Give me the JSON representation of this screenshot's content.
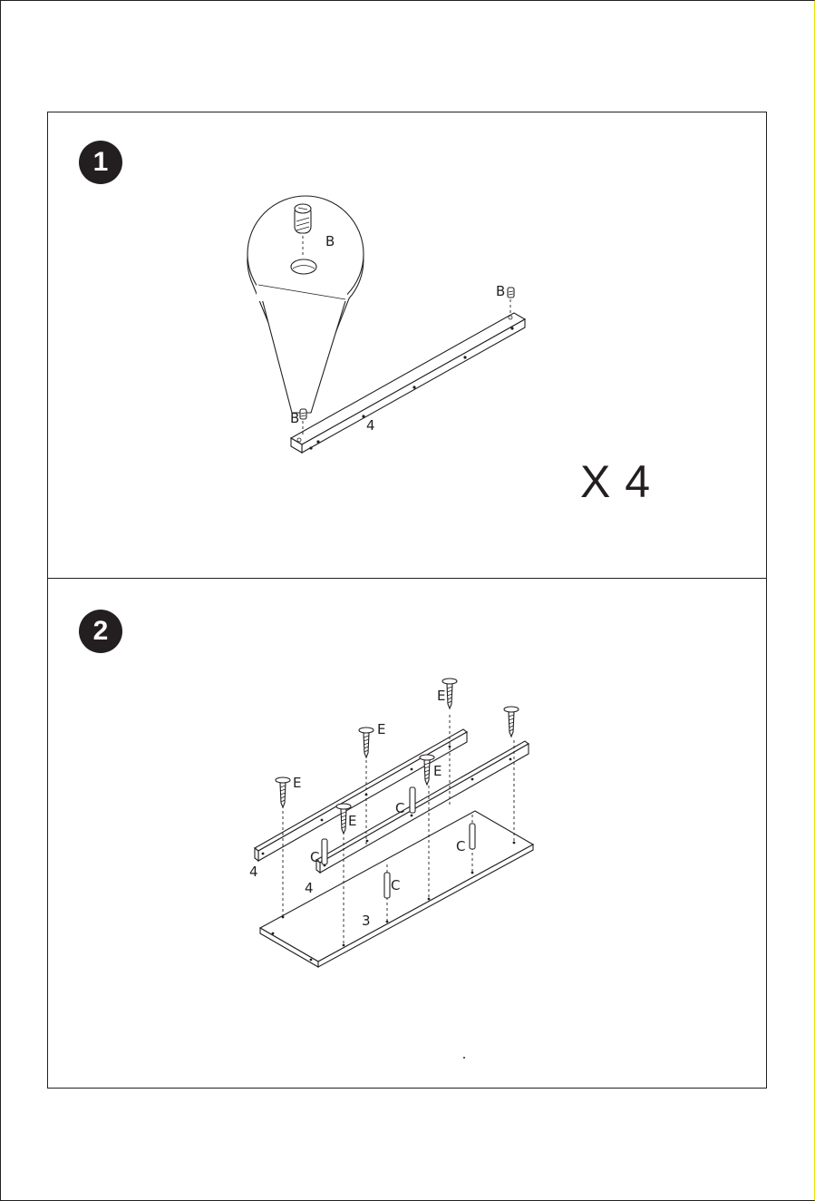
{
  "steps": [
    {
      "number": "1",
      "multiplier": "X 4",
      "labels": {
        "dowel_top": "B",
        "dowel_bottom": "B",
        "zoom_part": "B",
        "rail": "4"
      }
    },
    {
      "number": "2",
      "labels": {
        "panel": "3",
        "rail_left": "4",
        "rail_right": "4",
        "screw_e1": "E",
        "screw_e2": "E",
        "screw_e3": "E",
        "screw_e4": "E",
        "screw_e5": "E",
        "dowel_c1": "C",
        "dowel_c2": "C",
        "dowel_c3": "C",
        "dowel_c4": "C"
      }
    }
  ],
  "colors": {
    "ink": "#231f20",
    "edge_accent": "#e8e300"
  }
}
